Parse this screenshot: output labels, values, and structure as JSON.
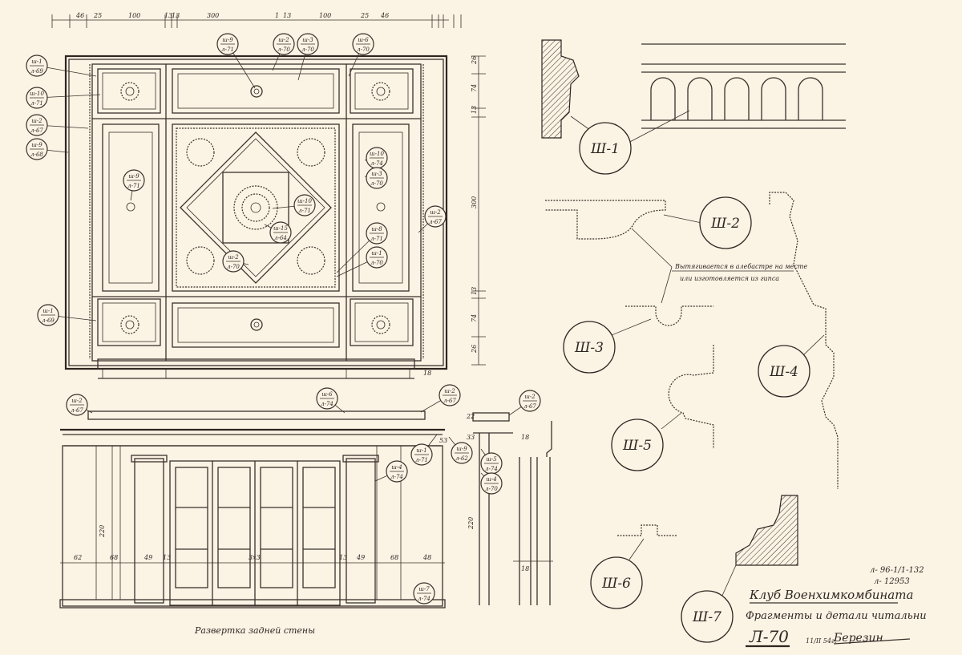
{
  "plan": {
    "top_dims": [
      "46",
      "25",
      "100",
      "13",
      "13",
      "300",
      "1",
      "13",
      "100",
      "25",
      "46"
    ],
    "right_dims": [
      "26",
      "74",
      "13",
      "300",
      "13",
      "74",
      "26"
    ],
    "small_dim": "18"
  },
  "elevation": {
    "caption": "Развертка задней стены",
    "bottom_dims": [
      "62",
      "68",
      "49",
      "13",
      "3x3",
      "13",
      "49",
      "68",
      "48"
    ],
    "height_dim": "220",
    "side_dims": [
      "22",
      "33",
      "53",
      "18",
      "220",
      "18"
    ]
  },
  "callouts": [
    {
      "top": "ш-1",
      "bottom": "л-69"
    },
    {
      "top": "ш-10",
      "bottom": "л-71"
    },
    {
      "top": "ш-2",
      "bottom": "л-67"
    },
    {
      "top": "ш-9",
      "bottom": "л-68"
    },
    {
      "top": "ш-9",
      "bottom": "л-71"
    },
    {
      "top": "ш-2",
      "bottom": "л-70"
    },
    {
      "top": "ш-3",
      "bottom": "л-70"
    },
    {
      "top": "ш-6",
      "bottom": "л-70"
    },
    {
      "top": "ш-10",
      "bottom": "л-74"
    },
    {
      "top": "ш-3",
      "bottom": "л-70"
    },
    {
      "top": "ш-9",
      "bottom": "л-71"
    },
    {
      "top": "ш-10",
      "bottom": "л-71"
    },
    {
      "top": "ш-15",
      "bottom": "л-64"
    },
    {
      "top": "ш-2",
      "bottom": "л-70"
    },
    {
      "top": "ш-8",
      "bottom": "л-71"
    },
    {
      "top": "ш-1",
      "bottom": "л-70"
    },
    {
      "top": "ш-2",
      "bottom": "л-67"
    },
    {
      "top": "ш-1",
      "bottom": "л-69"
    },
    {
      "top": "ш-2",
      "bottom": "л-67"
    },
    {
      "top": "ш-6",
      "bottom": "л-74"
    },
    {
      "top": "ш-2",
      "bottom": "л-67"
    },
    {
      "top": "ш-2",
      "bottom": "л-67"
    },
    {
      "top": "ш-1",
      "bottom": "л-71"
    },
    {
      "top": "ш-9",
      "bottom": "л-62"
    },
    {
      "top": "ш-4",
      "bottom": "л-74"
    },
    {
      "top": "ш-5",
      "bottom": "л-74"
    },
    {
      "top": "ш-4",
      "bottom": "л-70"
    },
    {
      "top": "ш-7",
      "bottom": "л-74"
    }
  ],
  "profiles": [
    "Ш-1",
    "Ш-2",
    "Ш-3",
    "Ш-4",
    "Ш-5",
    "Ш-6",
    "Ш-7"
  ],
  "note": {
    "line1": "Вытягивается в алебастре на месте",
    "line2": "или изготовляется из гипса"
  },
  "title_block": {
    "ref1": "л- 96-1/1-132",
    "ref2": "л- 12953",
    "title": "Клуб Военхимкомбината",
    "subtitle": "Фрагменты и детали читальни",
    "sheet": "Л-70",
    "date": "11/II 54г.",
    "signature": "Березин"
  }
}
